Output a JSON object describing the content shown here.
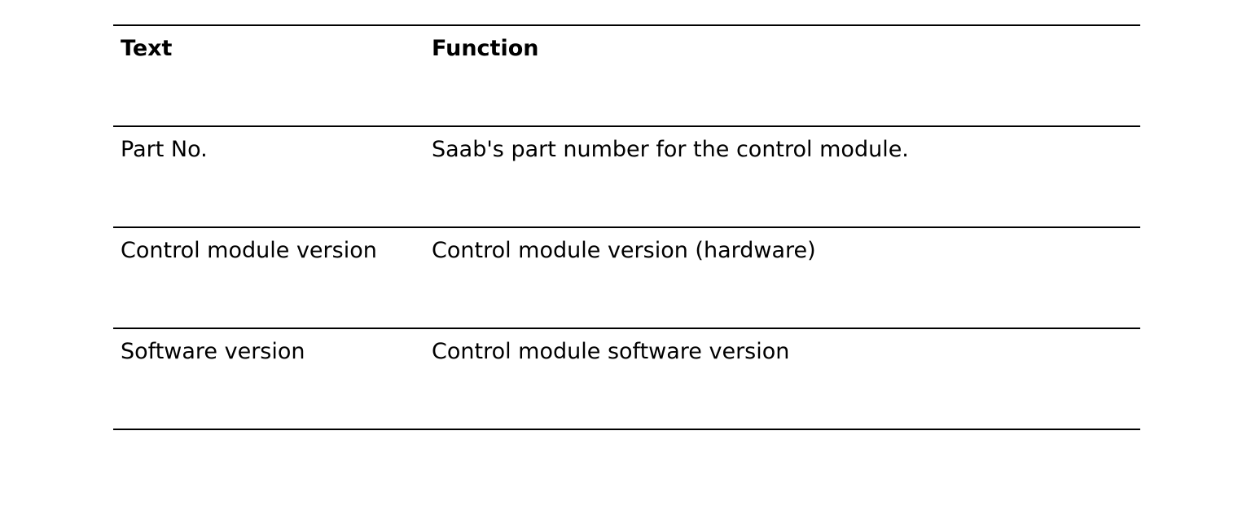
{
  "table": {
    "headers": {
      "text": "Text",
      "function": "Function"
    },
    "rows": [
      {
        "text": "Part No.",
        "function": "Saab's part number for the control module."
      },
      {
        "text": "Control module version",
        "function": "Control module version (hardware)"
      },
      {
        "text": "Software version",
        "function": "Control module software version"
      }
    ]
  }
}
